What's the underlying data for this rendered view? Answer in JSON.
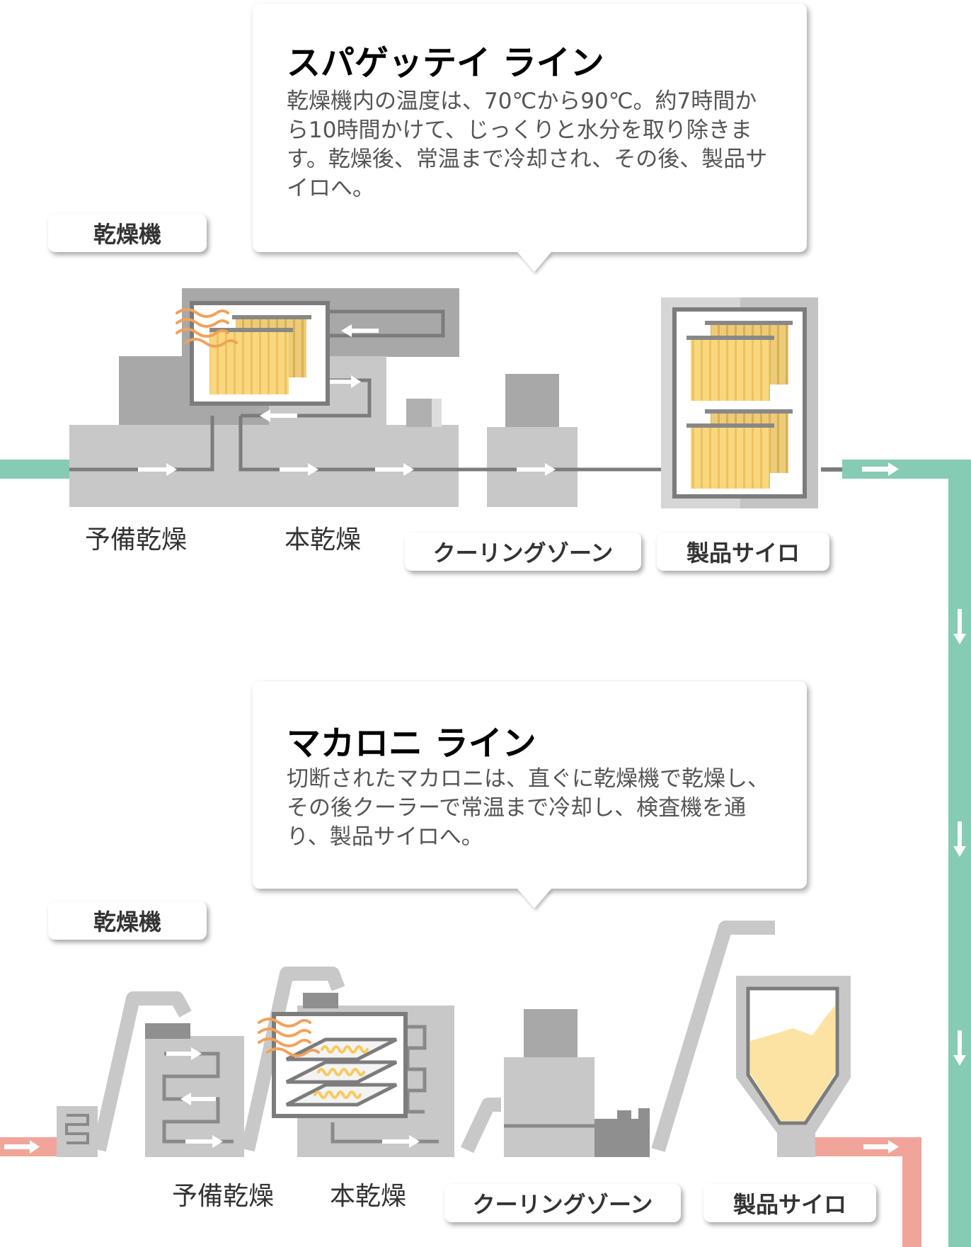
{
  "spaghetti": {
    "title": "スパゲッテイ ライン",
    "description": "乾燥機内の温度は、70℃から90℃。約7時間から10時間かけて、じっくりと水分を取り除きます。乾燥後、常温まで冷却され、その後、製品サイロへ。",
    "dryer_label": "乾燥機",
    "pre_dry_label": "予備乾燥",
    "main_dry_label": "本乾燥",
    "cooling_label": "クーリングゾーン",
    "silo_label": "製品サイロ"
  },
  "macaroni": {
    "title": "マカロニ ライン",
    "description": "切断されたマカロニは、直ぐに乾燥機で乾燥し、その後クーラーで常温まで冷却し、検査機を通り、製品サイロへ。",
    "dryer_label": "乾燥機",
    "pre_dry_label": "予備乾燥",
    "main_dry_label": "本乾燥",
    "cooling_label": "クーリングゾーン",
    "silo_label": "製品サイロ"
  },
  "colors": {
    "flow_green": "#86CBB4",
    "flow_red": "#F1A49A",
    "machine_gray": "#C8C8C8",
    "machine_dark": "#A8A8A8",
    "pasta_yellow": "#F9D77E",
    "pasta_stripe": "#EEC25E",
    "wind_orange": "#F2A15A"
  }
}
